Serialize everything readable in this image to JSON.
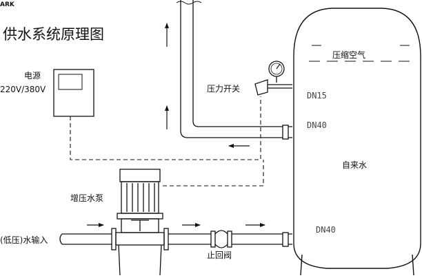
{
  "watermark": "ARK",
  "title": "供水系统原理图",
  "labels": {
    "power": "电源",
    "voltage": "220V/380V",
    "pressure_switch": "压力开关",
    "compressed_air": "压缩空气",
    "tap_water": "自来水",
    "booster_pump": "增压水泵",
    "low_pressure_inlet": "(低压)水输入",
    "check_valve": "止回阀"
  },
  "pipe_sizes": {
    "top": "DN15",
    "middle": "DN40",
    "bottom": "DN40"
  }
}
